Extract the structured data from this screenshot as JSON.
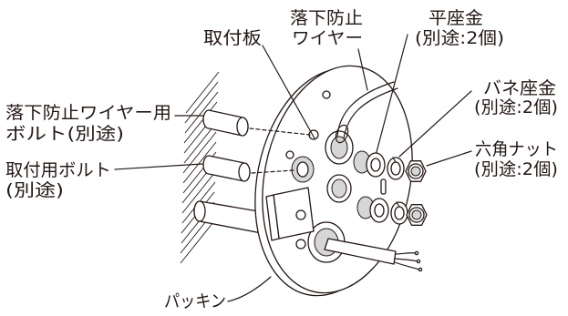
{
  "colors": {
    "ink": "#231815",
    "shade": "#d6d6d6",
    "background": "#ffffff"
  },
  "labels": {
    "mounting_plate": "取付板",
    "fall_prevention_wire": [
      "落下防止",
      "ワイヤー"
    ],
    "flat_washer": [
      "平座金",
      "(別途:2個)"
    ],
    "spring_washer": [
      "バネ座金",
      "(別途:2個)"
    ],
    "hex_nut": [
      "六角ナット",
      "(別途:2個)"
    ],
    "wire_bolt": [
      "落下防止ワイヤー用",
      "ボルト(別途)"
    ],
    "mounting_bolt": [
      "取付用ボルト",
      "(別途)"
    ],
    "packing": "パッキン"
  }
}
